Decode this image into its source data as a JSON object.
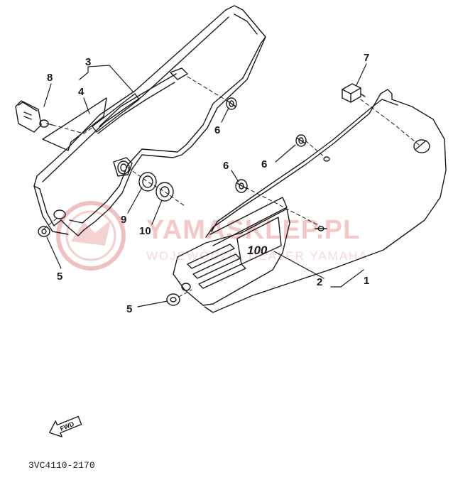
{
  "diagram": {
    "callouts": {
      "c1": "1",
      "c2": "2",
      "c3": "3",
      "c4": "4",
      "c5a": "5",
      "c5b": "5",
      "c6a": "6",
      "c6b": "6",
      "c6c": "6",
      "c7": "7",
      "c8": "8",
      "c9": "9",
      "c10": "10"
    },
    "emblem_text": "100",
    "fwd_label": "FWD",
    "part_code": "3VC4110-2170"
  },
  "watermark": {
    "brand": "YAMASKLEP.PL",
    "tagline": "WOJEWÓDZKI DEALER YAMAHA"
  },
  "colors": {
    "line": "#1a1a1a",
    "watermark": "#e8a0a0"
  }
}
